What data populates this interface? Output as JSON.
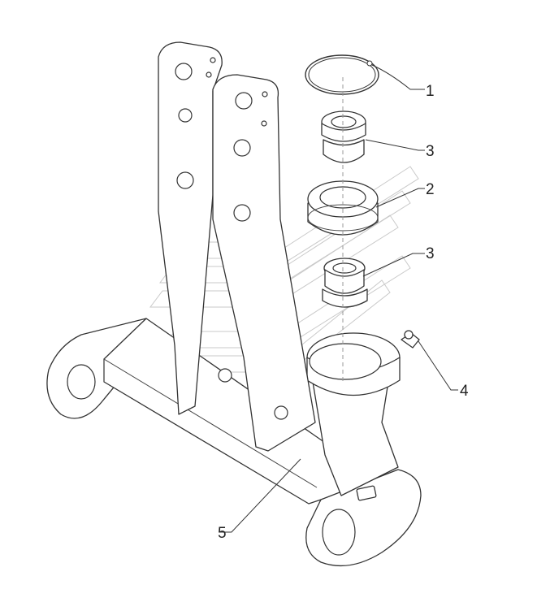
{
  "callouts": [
    {
      "id": "ring",
      "label": "1"
    },
    {
      "id": "bearing",
      "label": "2"
    },
    {
      "id": "bushing-upper",
      "label": "3"
    },
    {
      "id": "bushing-lower",
      "label": "3"
    },
    {
      "id": "grease-nipple",
      "label": "4"
    },
    {
      "id": "frame",
      "label": "5"
    }
  ]
}
